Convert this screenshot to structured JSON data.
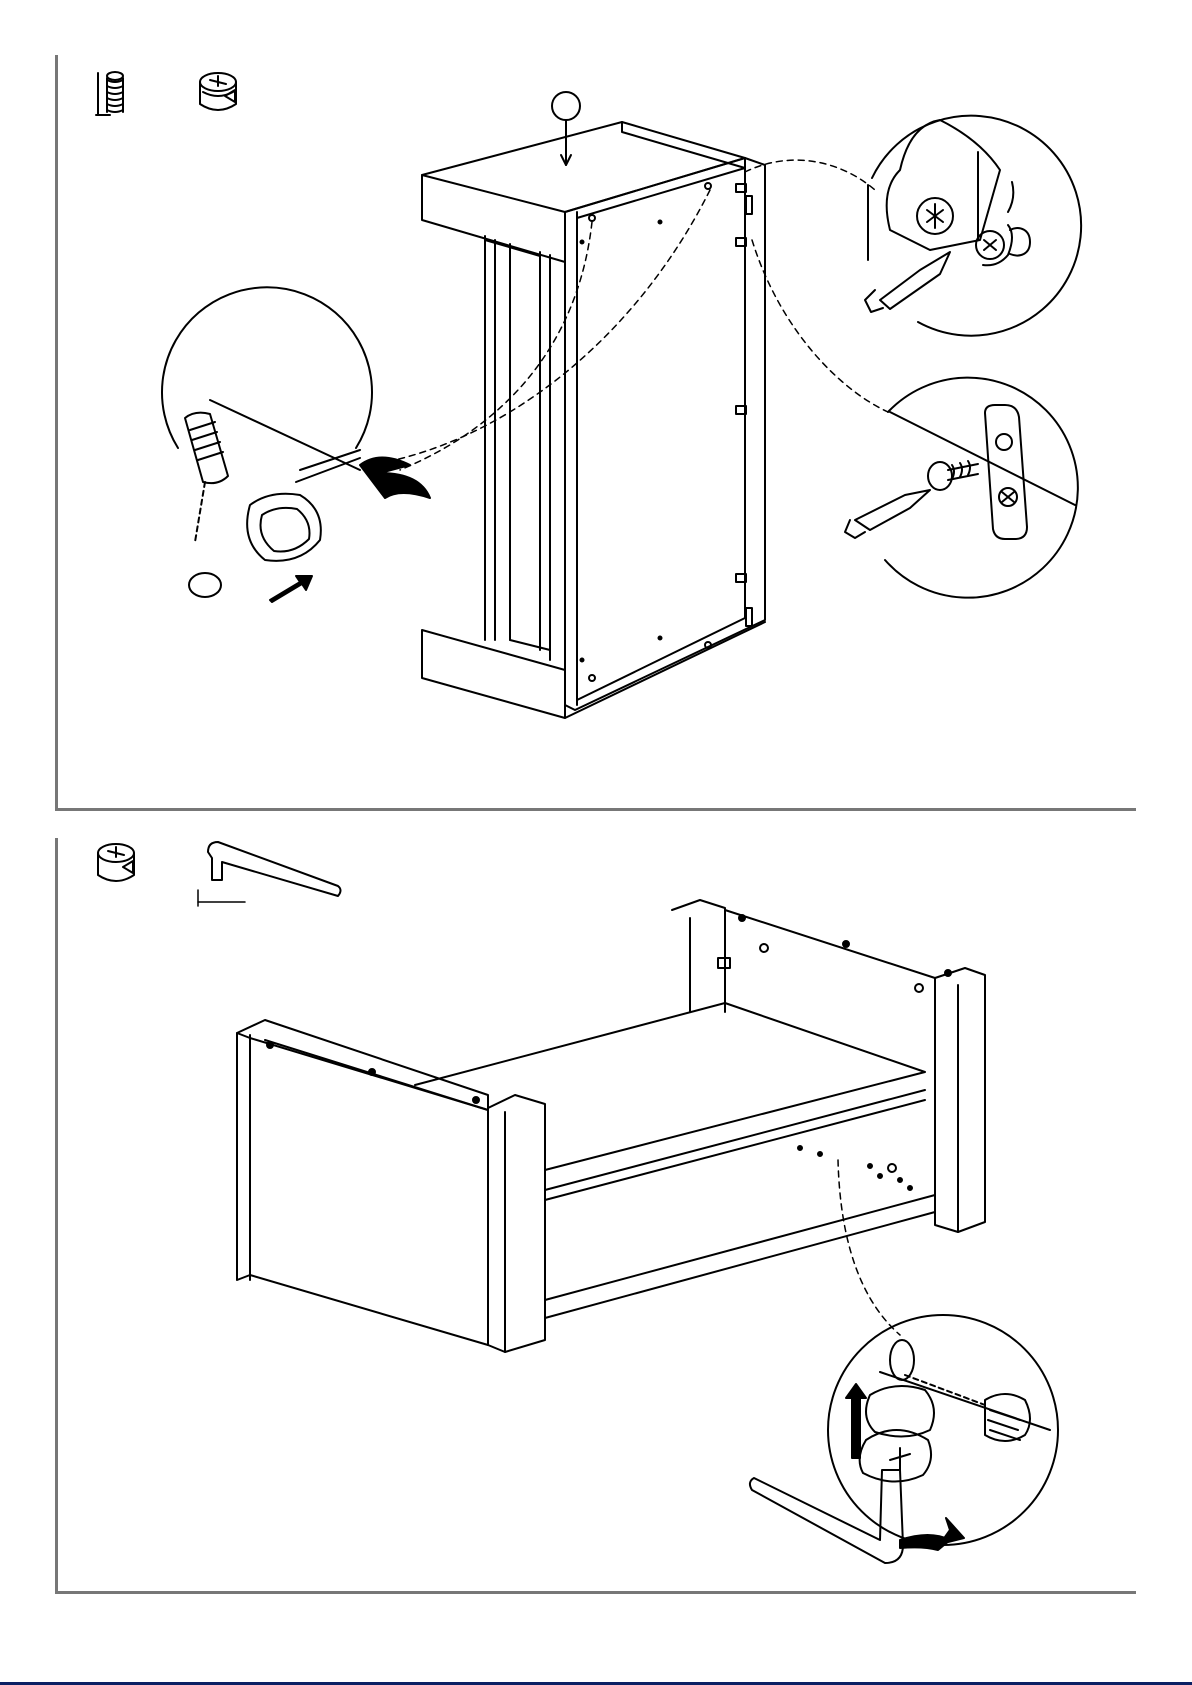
{
  "document": {
    "type": "assembly-instructions",
    "steps": [
      {
        "hardware_icons": [
          "screw-icon",
          "cam-lock-icon"
        ],
        "part_callout": "",
        "details": [
          "cam-lock-detail",
          "bracket-screw-detail",
          "plate-screw-detail"
        ]
      },
      {
        "hardware_icons": [
          "cam-lock-icon",
          "allen-key-icon"
        ],
        "details": [
          "cam-lock-tighten-detail"
        ]
      }
    ]
  },
  "colors": {
    "line": "#000000",
    "frame": "#777777",
    "bottom_rule": "#0b1f63",
    "background": "#ffffff"
  }
}
